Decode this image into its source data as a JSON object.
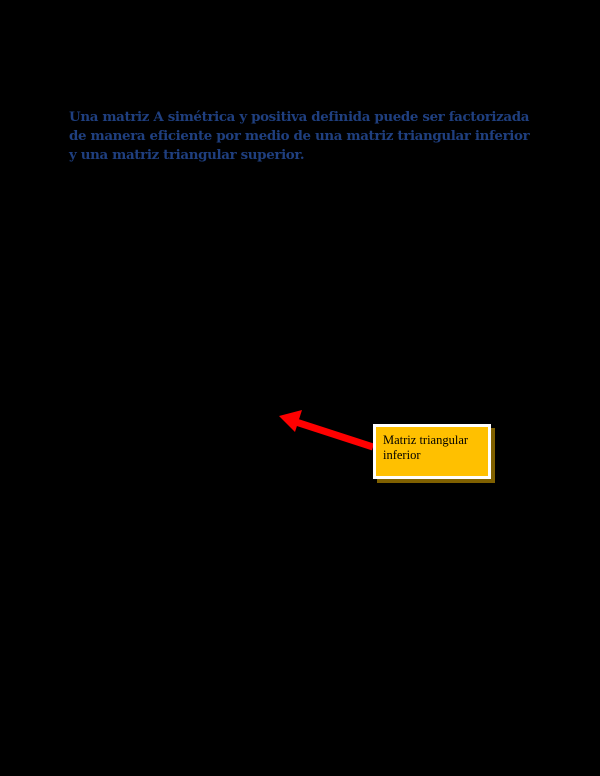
{
  "document": {
    "intro_text": "Una matriz A simétrica y positiva definida puede ser factorizada de manera eficiente por medio de una matriz triangular inferior y una matriz triangular superior."
  },
  "callout": {
    "label": "Matriz triangular inferior",
    "fill_color": "#ffc000",
    "border_color": "#ffffff",
    "shadow_color": "#7f6000"
  },
  "arrow": {
    "color": "#ff0000",
    "direction": "points-left-up"
  },
  "colors": {
    "background": "#000000",
    "intro_text": "#1f3f7f"
  }
}
